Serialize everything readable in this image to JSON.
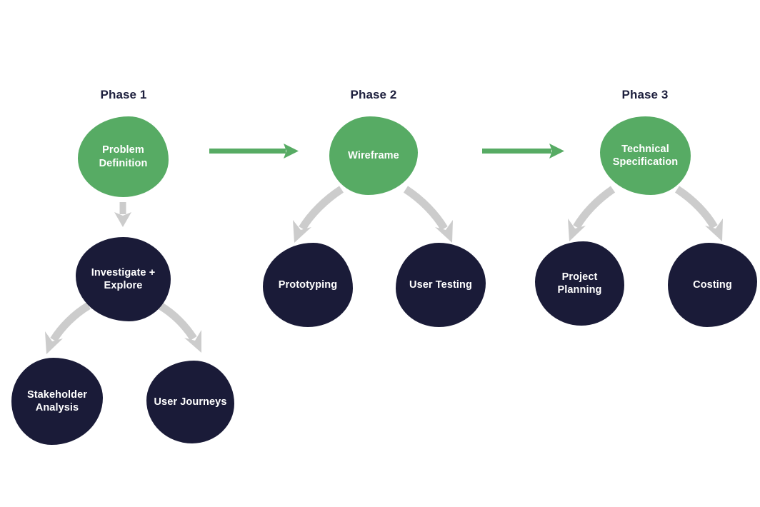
{
  "diagram": {
    "title_visible": false,
    "background_color": "#ffffff",
    "colors": {
      "green": "#57ab64",
      "navy": "#1a1b38",
      "gray_arrow": "#cccccc",
      "label_text": "#1d1f3d",
      "node_text": "#ffffff"
    },
    "phases": [
      {
        "label": "Phase 1"
      },
      {
        "label": "Phase 2"
      },
      {
        "label": "Phase 3"
      }
    ],
    "nodes": {
      "problem_definition": "Problem\nDefinition",
      "problem_definition_line1": "Problem",
      "problem_definition_line2": "Definition",
      "investigate_explore_line1": "Investigate +",
      "investigate_explore_line2": "Explore",
      "stakeholder_analysis_line1": "Stakeholder",
      "stakeholder_analysis_line2": "Analysis",
      "user_journeys": "User Journeys",
      "wireframe": "Wireframe",
      "prototyping": "Prototyping",
      "user_testing": "User Testing",
      "technical_specification_line1": "Technical",
      "technical_specification_line2": "Specification",
      "project_planning_line1": "Project",
      "project_planning_line2": "Planning",
      "costing": "Costing"
    },
    "connectors": [
      {
        "name": "phase1-to-phase2",
        "style": "straight-green-arrow"
      },
      {
        "name": "phase2-to-phase3",
        "style": "straight-green-arrow"
      },
      {
        "name": "problem-definition-to-investigate",
        "style": "straight-gray-arrow-down"
      },
      {
        "name": "investigate-to-stakeholder-analysis",
        "style": "curved-gray-arrow-left"
      },
      {
        "name": "investigate-to-user-journeys",
        "style": "curved-gray-arrow-right"
      },
      {
        "name": "wireframe-to-prototyping",
        "style": "curved-gray-arrow-left"
      },
      {
        "name": "wireframe-to-user-testing",
        "style": "curved-gray-arrow-right"
      },
      {
        "name": "techspec-to-project-planning",
        "style": "curved-gray-arrow-left"
      },
      {
        "name": "techspec-to-costing",
        "style": "curved-gray-arrow-right"
      }
    ]
  }
}
